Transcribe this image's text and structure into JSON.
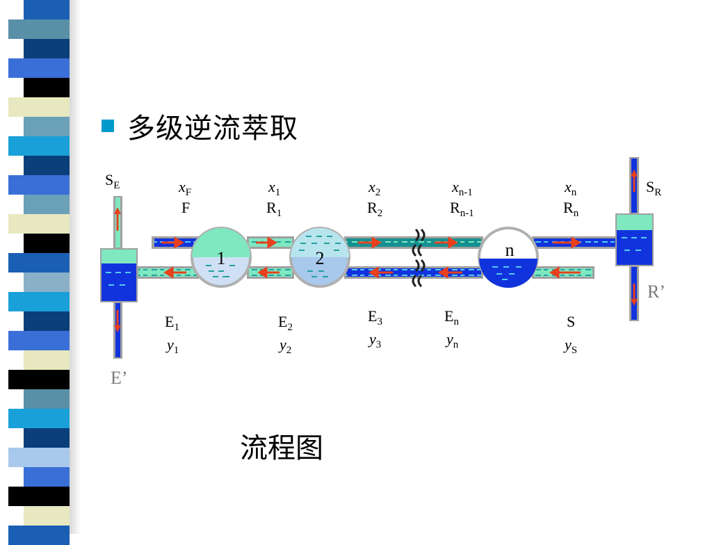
{
  "slide": {
    "title": "多级逆流萃取",
    "caption": "流程图"
  },
  "diagram": {
    "stages": [
      "1",
      "2",
      "n"
    ],
    "raffinate_top": [
      {
        "x": "x",
        "x_sub": "F",
        "stream": "F",
        "stream_sub": ""
      },
      {
        "x": "x",
        "x_sub": "1",
        "stream": "R",
        "stream_sub": "1"
      },
      {
        "x": "x",
        "x_sub": "2",
        "stream": "R",
        "stream_sub": "2"
      },
      {
        "x": "x",
        "x_sub": "n-1",
        "stream": "R",
        "stream_sub": "n-1"
      },
      {
        "x": "x",
        "x_sub": "n",
        "stream": "R",
        "stream_sub": "n"
      }
    ],
    "extract_bottom": [
      {
        "stream": "E",
        "stream_sub": "1",
        "y": "y",
        "y_sub": "1"
      },
      {
        "stream": "E",
        "stream_sub": "2",
        "y": "y",
        "y_sub": "2"
      },
      {
        "stream": "E",
        "stream_sub": "3",
        "y": "y",
        "y_sub": "3"
      },
      {
        "stream": "E",
        "stream_sub": "n",
        "y": "y",
        "y_sub": "n"
      },
      {
        "stream": "S",
        "stream_sub": "",
        "y": "y",
        "y_sub": "S"
      }
    ],
    "left_unit": {
      "top": "S",
      "top_sub": "E",
      "bottom": "E’"
    },
    "right_unit": {
      "top": "S",
      "top_sub": "R",
      "bottom": "R’"
    },
    "colors": {
      "flow_arrow": "#e8401c",
      "solvent_blue": "#1133dd",
      "raffinate_green": "#7fe8c0",
      "pipe_gray": "#a0a0a0",
      "dark_teal": "#149090"
    }
  }
}
